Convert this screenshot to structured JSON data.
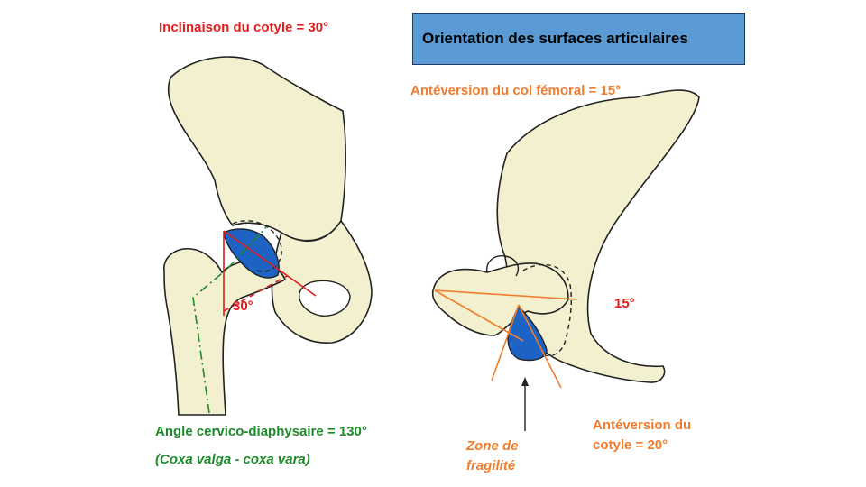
{
  "title": "Orientation des surfaces articulaires",
  "labels": {
    "inclinaison": "Inclinaison du cotyle = 30°",
    "angle_30": "30°",
    "angle_cervico": "Angle cervico-diaphysaire = 130°",
    "coxa": "(Coxa valga  - coxa vara)",
    "anteversion_col": "Antéversion du col fémoral = 15°",
    "angle_15": "15°",
    "zone_line1": "Zone de",
    "zone_line2": "fragilité",
    "antev_cotyle_line1": "Antéversion du",
    "antev_cotyle_line2": "cotyle = 20°"
  },
  "colors": {
    "bone_fill": "#f2f0cf",
    "cartilage_blue": "#1c63c4",
    "red": "#e21d1d",
    "orange": "#f07c2c",
    "green": "#1e8b2a",
    "title_box": "#5b9bd5"
  }
}
